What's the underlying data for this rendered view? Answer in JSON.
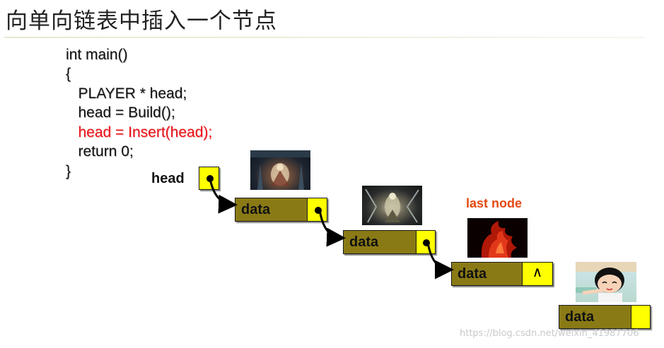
{
  "title": "向单向链表中插入一个节点",
  "code_lines": [
    {
      "text": "int main()",
      "highlight": false
    },
    {
      "text": "{",
      "highlight": false
    },
    {
      "text": "   PLAYER * head;",
      "highlight": false
    },
    {
      "text": "   head = Build();",
      "highlight": false
    },
    {
      "text": "   head = Insert(head);",
      "highlight": true
    },
    {
      "text": "   return 0;",
      "highlight": false
    },
    {
      "text": "}",
      "highlight": false
    }
  ],
  "head_label": "head",
  "last_node_label": "last node",
  "nodes": [
    {
      "data_label": "data",
      "pointer": "link"
    },
    {
      "data_label": "data",
      "pointer": "link"
    },
    {
      "data_label": "data",
      "pointer": "null",
      "null_symbol": "∧"
    },
    {
      "data_label": "data",
      "pointer": "empty"
    }
  ],
  "watermark": "https://blog.csdn.net/weixin_41987706",
  "colors": {
    "data_fill": "#8a7a16",
    "pointer_fill": "#ffff00",
    "highlight_code": "#e8141b",
    "last_node_label": "#e44a12"
  }
}
